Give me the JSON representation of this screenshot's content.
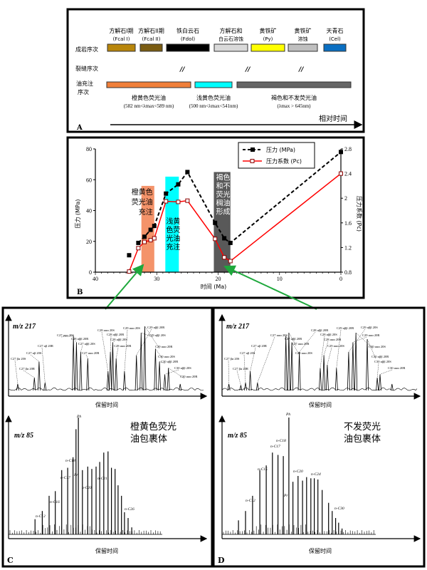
{
  "panel_a": {
    "letter": "A",
    "row_labels": {
      "diagenesis": "成岩序次",
      "fracture": "裂缝序次",
      "oil_1": "油充注",
      "oil_2": "序次"
    },
    "minerals": [
      {
        "name": "方解石I期",
        "sub": "(Fcal I)",
        "color": "#b8860b"
      },
      {
        "name": "方解石II期",
        "sub": "(Fcal II)",
        "color": "#7a5c12"
      },
      {
        "name": "铁白云石",
        "sub": "(Fdol)",
        "color": "#000000"
      },
      {
        "name": "方解石和",
        "sub": "白云石溶蚀",
        "color": "#d9d9d9"
      },
      {
        "name": "黄铁矿",
        "sub": "(Py)",
        "color": "#ffff00"
      },
      {
        "name": "黄铁矿",
        "sub": "溶蚀",
        "color": "#bfbfbf"
      },
      {
        "name": "天青石",
        "sub": "(Cel)",
        "color": "#0a6fc2"
      }
    ],
    "fracture_mark": "//",
    "oil_charges": [
      {
        "name": "橙黄色荧光油",
        "range": "(582 nm<λmax<589 nm)",
        "color": "#f07f3a"
      },
      {
        "name": "浅黄色荧光油",
        "range": "(500 nm<λmax<541nm)",
        "color": "#00ffff"
      },
      {
        "name": "褐色和不发荧光油",
        "range": "(λmax > 645nm)",
        "color": "#666666"
      }
    ],
    "time_axis_label": "相对时间"
  },
  "chart_data": [
    {
      "type": "line",
      "panel": "B",
      "xlabel": "时间 (Ma)",
      "ylabel": "压力 (MPa)",
      "y2label": "压力系数 (Pc)",
      "xlim": [
        40,
        0
      ],
      "ylim": [
        0,
        80
      ],
      "y2lim": [
        0.8,
        2.8
      ],
      "xticks": [
        "40",
        "30",
        "20",
        "10",
        "0"
      ],
      "yticks": [
        "0",
        "20",
        "40",
        "60",
        "80"
      ],
      "y2ticks": [
        "0.8",
        "1.2",
        "1.6",
        "2",
        "2.4",
        "2.8"
      ],
      "legend_position": "top-right",
      "series": [
        {
          "name": "压力 (MPa)",
          "axis": "left",
          "style": "dashed-black",
          "color": "#000000",
          "x": [
            34.5,
            33,
            32,
            31,
            30.4,
            28.5,
            26.5,
            25,
            20.5,
            19,
            18,
            0
          ],
          "y": [
            11,
            19,
            23,
            27.5,
            30,
            51,
            57,
            65,
            32,
            22,
            19,
            78
          ]
        },
        {
          "name": "压力系数 (Pc)",
          "axis": "right",
          "style": "solid-red",
          "color": "#ff0000",
          "x": [
            34.5,
            33,
            32,
            31,
            30.4,
            28.5,
            26.5,
            25,
            20.5,
            19,
            18,
            0
          ],
          "y": [
            0.81,
            1.19,
            1.29,
            1.32,
            1.35,
            1.95,
            1.94,
            1.96,
            1.34,
            1.04,
            0.98,
            2.4
          ]
        }
      ],
      "bands": [
        {
          "label": "橙黄色荧光油充注",
          "lines": [
            "橙黄色",
            "荧光油",
            "充注"
          ],
          "x": [
            32.5,
            30.4
          ],
          "ytop": 56,
          "color": "#f4936a"
        },
        {
          "label": "浅黄色荧光油充注",
          "lines": [
            "浅黄",
            "色荧",
            "光油",
            "充注"
          ],
          "x": [
            28.6,
            26.4
          ],
          "ytop": 62,
          "color": "#00ffff"
        },
        {
          "label": "褐色和不荧光稠油形成",
          "lines": [
            "褐色",
            "和不",
            "荧光",
            "稠油",
            "形成"
          ],
          "x": [
            20.7,
            18
          ],
          "ytop": 65,
          "color": "#595959"
        }
      ]
    },
    {
      "type": "line",
      "panel": "C",
      "title": "橙黄色荧光油包裹体",
      "title_lines": [
        "橙黄色荧光",
        "油包裹体"
      ],
      "xlabel": "保留时间",
      "m217": {
        "label": "m/z 217",
        "peaks": [
          [
            8.3,
            0.1
          ],
          [
            16.1,
            0.2
          ],
          [
            18.3,
            0.45
          ],
          [
            21.1,
            0.12
          ],
          [
            34.4,
            0.85
          ],
          [
            35.8,
            0.75
          ],
          [
            37.8,
            0.6
          ],
          [
            41.1,
            0.5
          ],
          [
            50.6,
            0.3
          ],
          [
            51.7,
            0.6
          ],
          [
            52.8,
            0.75
          ],
          [
            54.4,
            0.5
          ],
          [
            58.3,
            0.3
          ],
          [
            63.9,
            0.55
          ],
          [
            66.1,
            0.9
          ],
          [
            67.8,
            1.0
          ],
          [
            72.8,
            0.65
          ],
          [
            74.7,
            0.45
          ],
          [
            77.2,
            0.25
          ],
          [
            78.9,
            0.35
          ],
          [
            84.4,
            0.1
          ]
        ],
        "labels": [
          "C27 βα 20S",
          "C27 βα 20R",
          "C27 αβ 20S",
          "C27 αβ 20R",
          "C27 ααα 20S",
          "C28 αββ 20R",
          "C27 αββ 20S",
          "C27 ααα 20R",
          "C28 ααα 20S",
          "C28 αββ 20R",
          "C28 αββ 20S",
          "C28 ααα 20R",
          "C29 ααα 20S",
          "C29 αββ 20R",
          "C29 αββ 20S",
          "C29 ααα 20R",
          "C30 ααα 20S",
          "C30 αββ 20R",
          "C30 αββ 20S",
          "C30 ααα 20R"
        ]
      },
      "m85": {
        "label": "m/z 85",
        "peaks": [
          [
            16.4,
            0.13
          ],
          [
            19.8,
            0.2
          ],
          [
            23,
            0.33
          ],
          [
            25.9,
            0.37
          ],
          [
            28.9,
            0.55
          ],
          [
            31.7,
            0.57
          ],
          [
            34.2,
            0.66
          ],
          [
            35.6,
            0.9
          ],
          [
            36.7,
            1.0
          ],
          [
            38.6,
            0.55
          ],
          [
            41.1,
            0.58
          ],
          [
            43,
            0.56
          ],
          [
            45,
            0.58
          ],
          [
            46.7,
            0.62
          ],
          [
            48.6,
            0.7
          ],
          [
            50.6,
            0.71
          ],
          [
            52.2,
            0.57
          ],
          [
            53.9,
            0.56
          ],
          [
            55.3,
            0.42
          ],
          [
            56.9,
            0.33
          ],
          [
            58.3,
            0.19
          ],
          [
            60,
            0.14
          ],
          [
            61.7,
            0.06
          ]
        ],
        "labels": [
          "Ph",
          "n-C18",
          "Pr",
          "n-C17",
          "n-C20",
          "n-C21",
          "n-C16",
          "n-C12",
          "n-C26"
        ]
      }
    },
    {
      "type": "line",
      "panel": "D",
      "title": "不发荧光油包裹体",
      "title_lines": [
        "不发荧光",
        "油包裹体"
      ],
      "xlabel": "保留时间",
      "m217": {
        "label": "m/z 217",
        "peaks": [
          [
            7.2,
            0.1
          ],
          [
            12.8,
            0.08
          ],
          [
            15,
            0.12
          ],
          [
            17.2,
            0.3
          ],
          [
            20.6,
            0.12
          ],
          [
            33.9,
            0.85
          ],
          [
            35.3,
            0.9
          ],
          [
            36.7,
            0.75
          ],
          [
            40.2,
            0.6
          ],
          [
            50,
            0.35
          ],
          [
            51.7,
            0.55
          ],
          [
            53.3,
            0.4
          ],
          [
            57.6,
            0.35
          ],
          [
            63.3,
            0.6
          ],
          [
            65.3,
            0.75
          ],
          [
            66.7,
            0.9
          ],
          [
            72,
            0.8
          ],
          [
            76.7,
            0.2
          ],
          [
            78,
            0.25
          ],
          [
            83.6,
            0.1
          ]
        ],
        "labels": [
          "C27 βα 20S",
          "C27 βα 20R",
          "C27 αβ 20S",
          "C27 αβ 20R",
          "C27 ααα 20S",
          "C27 αββ 20R",
          "C27 ααα 20R",
          "C28 ααα 20S",
          "C28 αββ 20R",
          "C28 αββ 20S",
          "C28 ααα 20R",
          "C29 ααα 20S",
          "C29 αββ 20R",
          "C29 αββ 20S",
          "C29 ααα 20R",
          "C30 ααα 20S",
          "C30 αββ 20R",
          "C30 αββ 20S",
          "C30 ααα 20R"
        ]
      },
      "m85": {
        "label": "m/z 85",
        "peaks": [
          [
            11.7,
            0.12
          ],
          [
            15,
            0.2
          ],
          [
            18.3,
            0.33
          ],
          [
            21.7,
            0.55
          ],
          [
            24.7,
            0.59
          ],
          [
            27.6,
            0.7
          ],
          [
            30.2,
            0.68
          ],
          [
            32.7,
            0.67
          ],
          [
            35.3,
            1.0
          ],
          [
            37.2,
            0.45
          ],
          [
            39.6,
            0.5
          ],
          [
            41.7,
            0.46
          ],
          [
            43.6,
            0.49
          ],
          [
            45.6,
            0.48
          ],
          [
            47.2,
            0.48
          ],
          [
            48.9,
            0.47
          ],
          [
            50.9,
            0.38
          ],
          [
            53.9,
            0.27
          ],
          [
            55.6,
            0.2
          ],
          [
            57.2,
            0.14
          ],
          [
            58.6,
            0.1
          ],
          [
            60.2,
            0.05
          ]
        ],
        "labels": [
          "Ph",
          "n-C18",
          "n-C17",
          "n-C15",
          "n-C12",
          "Pr",
          "n-C20",
          "n-C24",
          "n-C30"
        ]
      }
    }
  ]
}
